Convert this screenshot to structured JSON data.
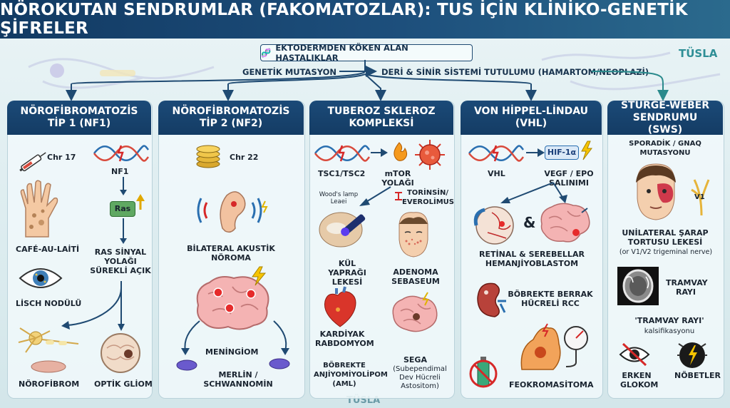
{
  "title": "NÖROKUTAN SENDRUMLAR (FAKOMATOZLAR): TUS İÇİN KLİNİKO-GENETİK ŞİFRELER",
  "brand": "TÜSLA",
  "top": {
    "root": "EKTODERMDEN KÖKEN ALAN HASTALIKLAR",
    "left_flow": "GENETİK MUTASYON",
    "right_flow": "DERİ & SİNİR SİSTEMİ TUTULUMU (HAMARTOM/NEOPLAZİ)"
  },
  "columns": [
    {
      "title": "NÖROFİBROMATOZİS TİP 1 (NF1)",
      "labels": {
        "chr": "Chr 17",
        "gene": "NF1",
        "ras": "Ras",
        "cafe": "CAFÉ-AU-LAİTİ",
        "ras_path": "RAS SİNYAL YOLAĞI SÜREKLİ AÇIK",
        "lisch": "LİSCH NODÜLÜ",
        "neurofibroma": "NÖROFİBROM",
        "optic": "OPTİK GLİOM"
      }
    },
    {
      "title": "NÖROFİBROMATOZİS TİP 2 (NF2)",
      "labels": {
        "chr": "Chr 22",
        "acoustic": "BİLATERAL AKUSTİK NÖROMA",
        "meningioma": "MENİNGİOM",
        "merlin": "MERLİN / SCHWANNOMİN"
      }
    },
    {
      "title": "TUBEROZ SKLEROZ KOMPLEKSİ",
      "labels": {
        "genes": "TSC1/TSC2",
        "mtor": "mTOR YOLAĞI",
        "woods": "Wood's lamp Leaei",
        "drug": "TORİNSİN/ EVEROLİMUS",
        "ashleaf": "KÜL YAPRAĞI LEKESİ",
        "adenoma": "ADENOMA SEBASEUM",
        "cardiac": "KARDİYAK RABDOMYOM",
        "aml": "BÖBREKTE ANJİYOMİYOLİPOM (AML)",
        "sega": "SEGA",
        "sega_sub": "(Subependimal Dev Hücreli Astositom)"
      }
    },
    {
      "title": "VON HİPPEL-LİNDAU (VHL)",
      "labels": {
        "gene": "VHL",
        "hif": "HIF-1α",
        "vegf": "VEGF / EPO SALINIMI",
        "amp": "&",
        "hemangio": "RETİNAL & SEREBELLAR HEMANJİYOBLASTOM",
        "rcc": "BÖBREKTE BERRAK HÜCRELİ RCC",
        "pheo": "FEOKROMASİTOMA"
      }
    },
    {
      "title": "STURGE-WEBER SENDRUMU (SWS)",
      "labels": {
        "mutation": "SPORADİK / GNAQ MUTASYONU",
        "v1": "V1",
        "stain": "UNİLATERAL ŞARAP TORTUSU LEKESİ",
        "stain_sub": "(or V1/V2 trigeminal nerve)",
        "tram": "TRAMVAY RAYI",
        "tram_calc": "'TRAMVAY RAYI'",
        "tram_calc_sub": "kalsifikasyonu",
        "glaucoma": "ERKEN GLOKOM",
        "seizure": "NÖBETLER"
      }
    }
  ]
}
